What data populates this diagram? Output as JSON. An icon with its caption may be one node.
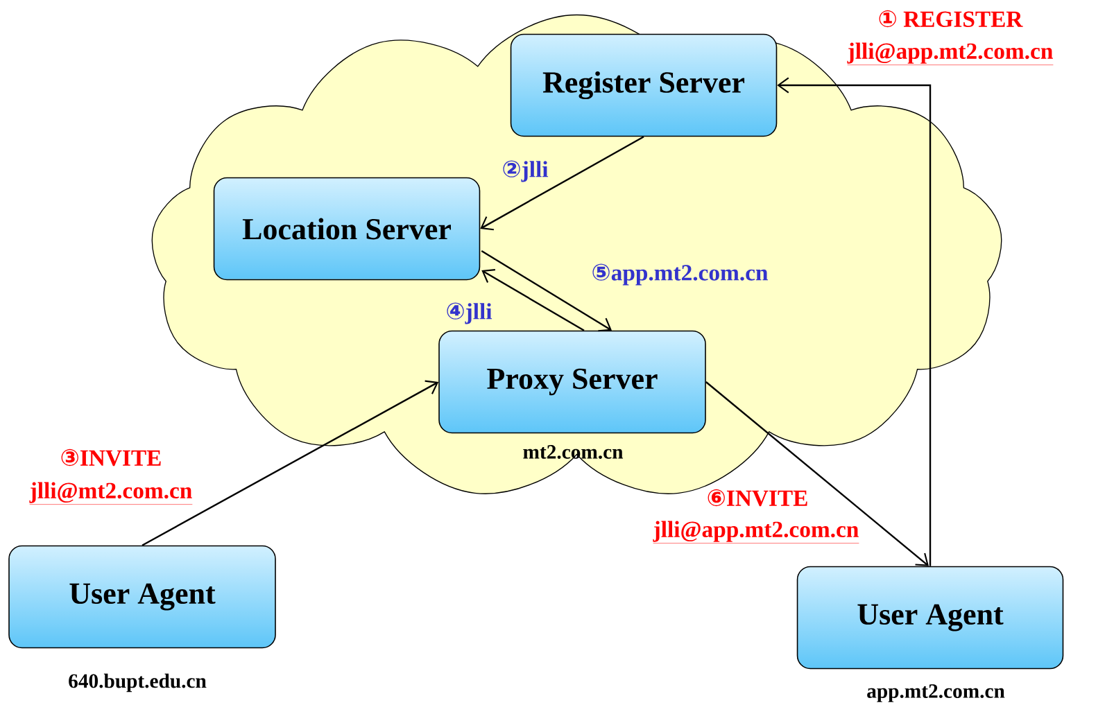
{
  "diagram": {
    "nodes": [
      {
        "text": [
          "mt2.com.cn"
        ]
      },
      {
        "text": [
          "Register Server"
        ],
        "in": 0
      },
      {
        "text": [
          "Location Server"
        ],
        "in": 0
      },
      {
        "text": [
          "Proxy Server"
        ],
        "in": 0
      },
      {
        "text": [
          "User Agent"
        ],
        "beside": [
          "640.bupt.edu.cn"
        ]
      },
      {
        "text": [
          "User Agent"
        ],
        "beside": [
          "app.mt2.com.cn"
        ]
      }
    ],
    "edges": [
      {
        "from": 5,
        "to": 1,
        "arrow": "to",
        "label": "① REGISTER"
      },
      {
        "from": 1,
        "to": 2,
        "arrow": "to",
        "label": "②jlli"
      },
      {
        "from": 4,
        "to": 3,
        "arrow": "to",
        "label": "③INVITE"
      },
      {
        "from": 3,
        "to": 2,
        "arrow": "to",
        "label": "④jlli"
      },
      {
        "from": 2,
        "to": 3,
        "arrow": "to",
        "label": "⑤app.mt2.com.cn"
      },
      {
        "from": 3,
        "to": 5,
        "arrow": "to",
        "label": "⑥INVITE"
      }
    ],
    "labels": [
      "jlli@app.mt2.com.cn",
      "jlli@mt2.com.cn",
      "jlli@app.mt2.com.cn"
    ]
  }
}
